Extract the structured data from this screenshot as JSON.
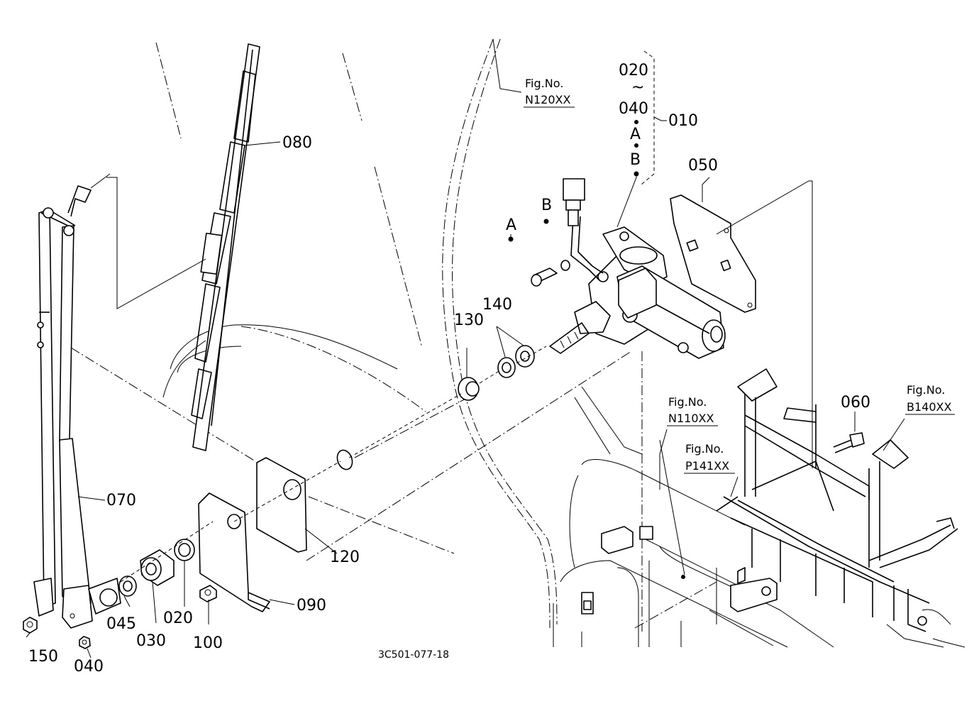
{
  "figure": {
    "code": "3C501-077-18"
  },
  "parts": {
    "p010": "010",
    "p020": "020",
    "p020b": "020",
    "p030": "030",
    "p040": "040",
    "p040b": "040",
    "p045": "045",
    "p050": "050",
    "p060": "060",
    "p070": "070",
    "p080": "080",
    "p090": "090",
    "p100": "100",
    "p120": "120",
    "p130": "130",
    "p140": "140",
    "p150": "150",
    "tilde": "~",
    "refA": "A",
    "refB": "B",
    "refA2": "A",
    "refB2": "B"
  },
  "fig_refs": {
    "n120": {
      "label": "Fig.No.",
      "code": "N120XX"
    },
    "n110": {
      "label": "Fig.No.",
      "code": "N110XX"
    },
    "p141": {
      "label": "Fig.No.",
      "code": "P141XX"
    },
    "b140": {
      "label": "Fig.No.",
      "code": "B140XX"
    }
  }
}
